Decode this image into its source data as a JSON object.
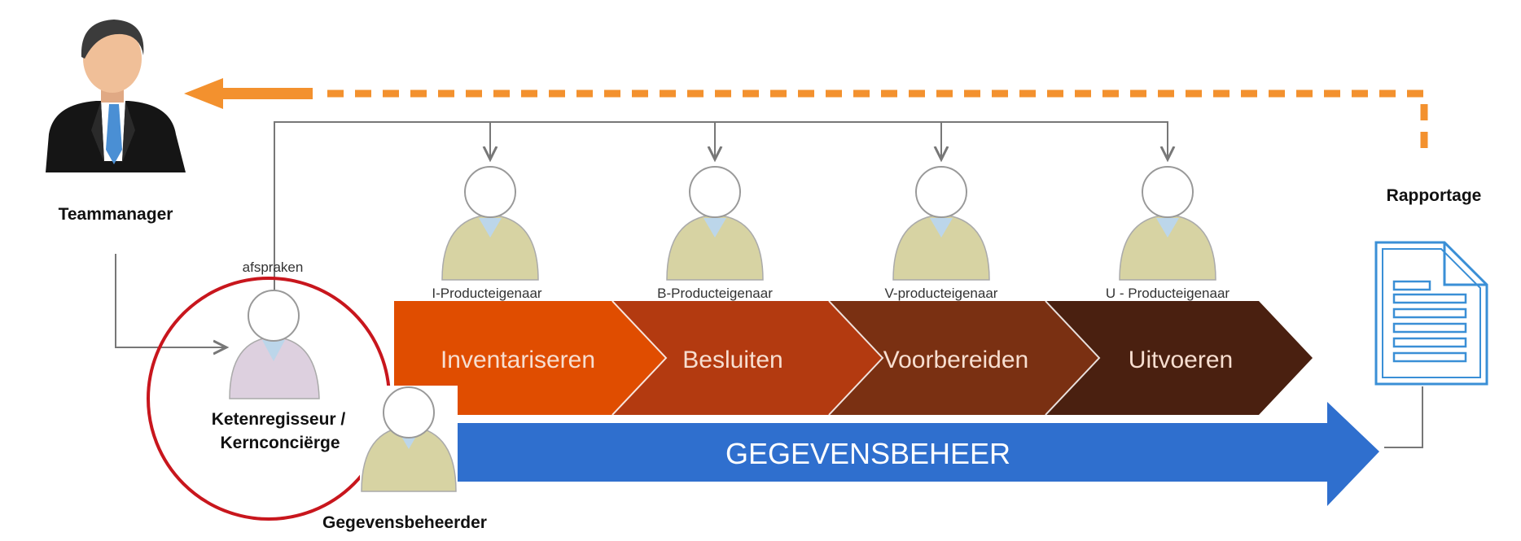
{
  "people": {
    "teammanager": "Teammanager",
    "ketenregisseur_line1": "Ketenregisseur  /",
    "ketenregisseur_line2": "Kernconciërge",
    "gegevensbeheerder": "Gegevensbeheerder"
  },
  "afspraken": "afspraken",
  "owners": [
    "I-Producteigenaar",
    "B-Producteigenaar",
    "V-producteigenaar",
    "U - Producteigenaar"
  ],
  "process_steps": [
    "Inventariseren",
    "Besluiten",
    "Voorbereiden",
    "Uitvoeren"
  ],
  "data_arrow": "GEGEVENSBEHEER",
  "report": "Rapportage",
  "colors": {
    "step1": "#e04d00",
    "step2": "#b33a10",
    "step3": "#7a3012",
    "step4": "#4a2010",
    "data_arrow": "#2f6fce",
    "feedback_arrow": "#f3912e",
    "highlight_circle": "#c8161d",
    "report_icon": "#3a8fd6"
  },
  "icons": {
    "manager": "businessman-icon",
    "person": "person-icon",
    "report": "document-icon"
  }
}
